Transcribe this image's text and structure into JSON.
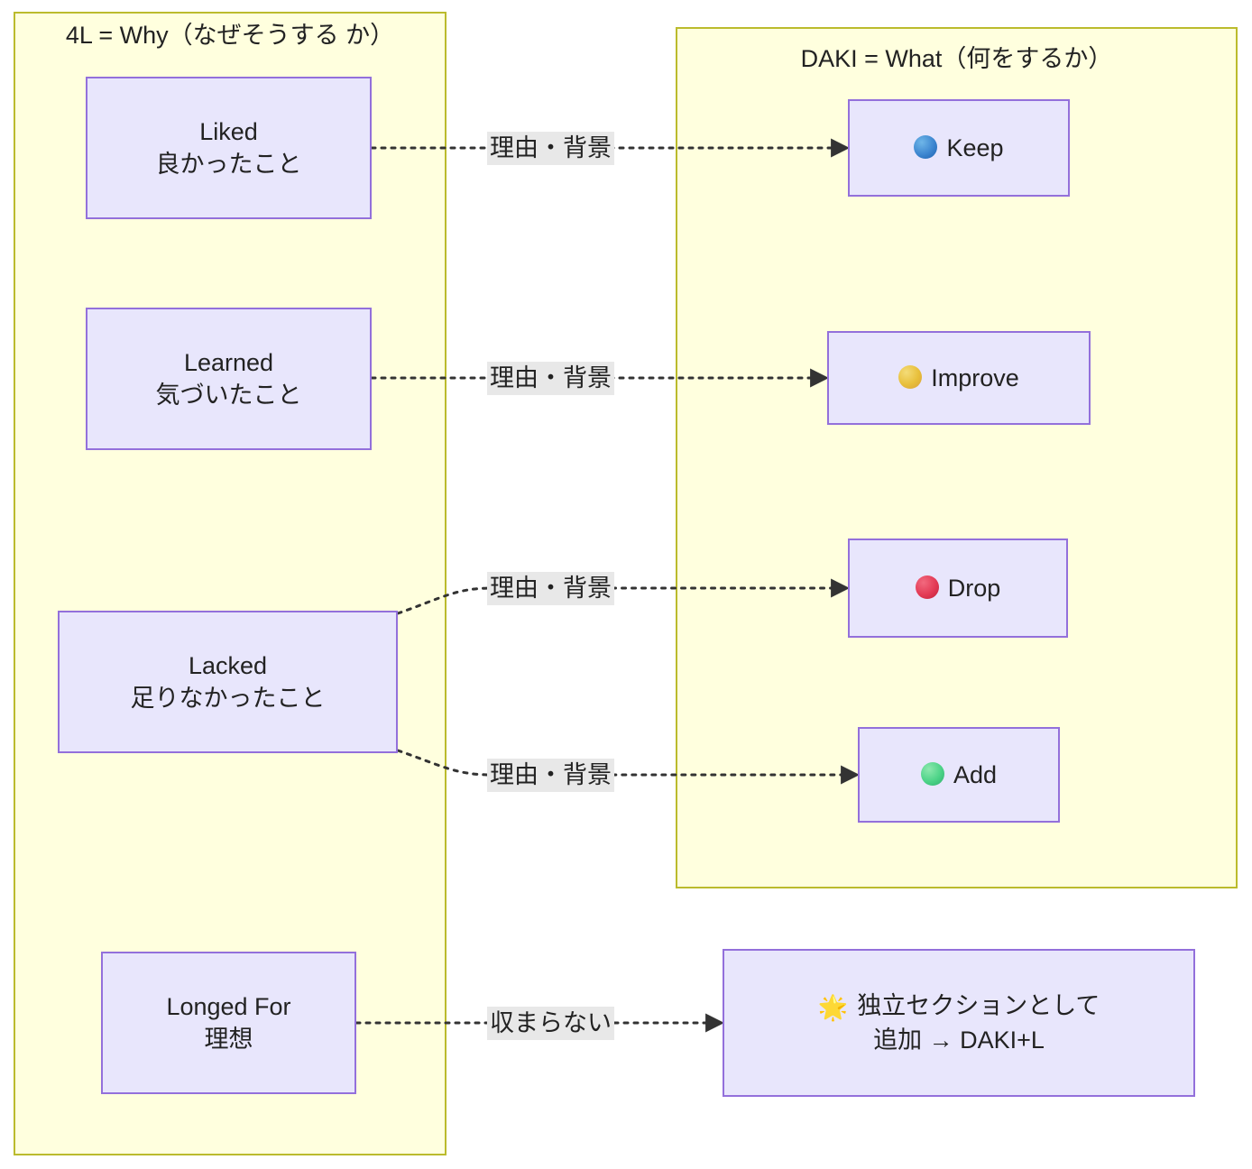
{
  "diagram": {
    "type": "flowchart",
    "direction": "left-to-right",
    "background": "#ffffff",
    "cluster_fill": "#ffffde",
    "cluster_stroke": "#bbbb2d",
    "node_fill": "#e8e6fc",
    "node_stroke": "#9370db",
    "edge_label_bg": "#e8e8e8",
    "edge_style": "dotted-with-arrow"
  },
  "clusters": {
    "left": {
      "title": "4L = Why（なぜそうするか）",
      "title_line1": "4L = Why（なぜそうする",
      "title_line2": "か）"
    },
    "right": {
      "title": "DAKI = What（何をするか）"
    }
  },
  "nodes": {
    "liked": {
      "line1": "Liked",
      "line2": "良かったこと"
    },
    "learned": {
      "line1": "Learned",
      "line2": "気づいたこと"
    },
    "lacked": {
      "line1": "Lacked",
      "line2": "足りなかったこと"
    },
    "longed_for": {
      "line1": "Longed For",
      "line2": "理想"
    },
    "keep": {
      "icon": "blue-circle-icon",
      "icon_color": "#3d86d0",
      "label": "Keep"
    },
    "improve": {
      "icon": "yellow-circle-icon",
      "icon_color": "#e8bf3a",
      "label": "Improve"
    },
    "drop": {
      "icon": "red-circle-icon",
      "icon_color": "#e33a55",
      "label": "Drop"
    },
    "add": {
      "icon": "green-circle-icon",
      "icon_color": "#4cd387",
      "label": "Add"
    },
    "daki_plus_l": {
      "icon": "glowing-star-icon",
      "icon_glyph": "🌟",
      "line1": "独立セクションとして",
      "line2": "追加 → DAKI+L"
    }
  },
  "edges": [
    {
      "from": "liked",
      "to": "keep",
      "label": "理由・背景"
    },
    {
      "from": "learned",
      "to": "improve",
      "label": "理由・背景"
    },
    {
      "from": "lacked",
      "to": "drop",
      "label": "理由・背景"
    },
    {
      "from": "lacked",
      "to": "add",
      "label": "理由・背景"
    },
    {
      "from": "longed_for",
      "to": "daki_plus_l",
      "label": "収まらない"
    }
  ]
}
